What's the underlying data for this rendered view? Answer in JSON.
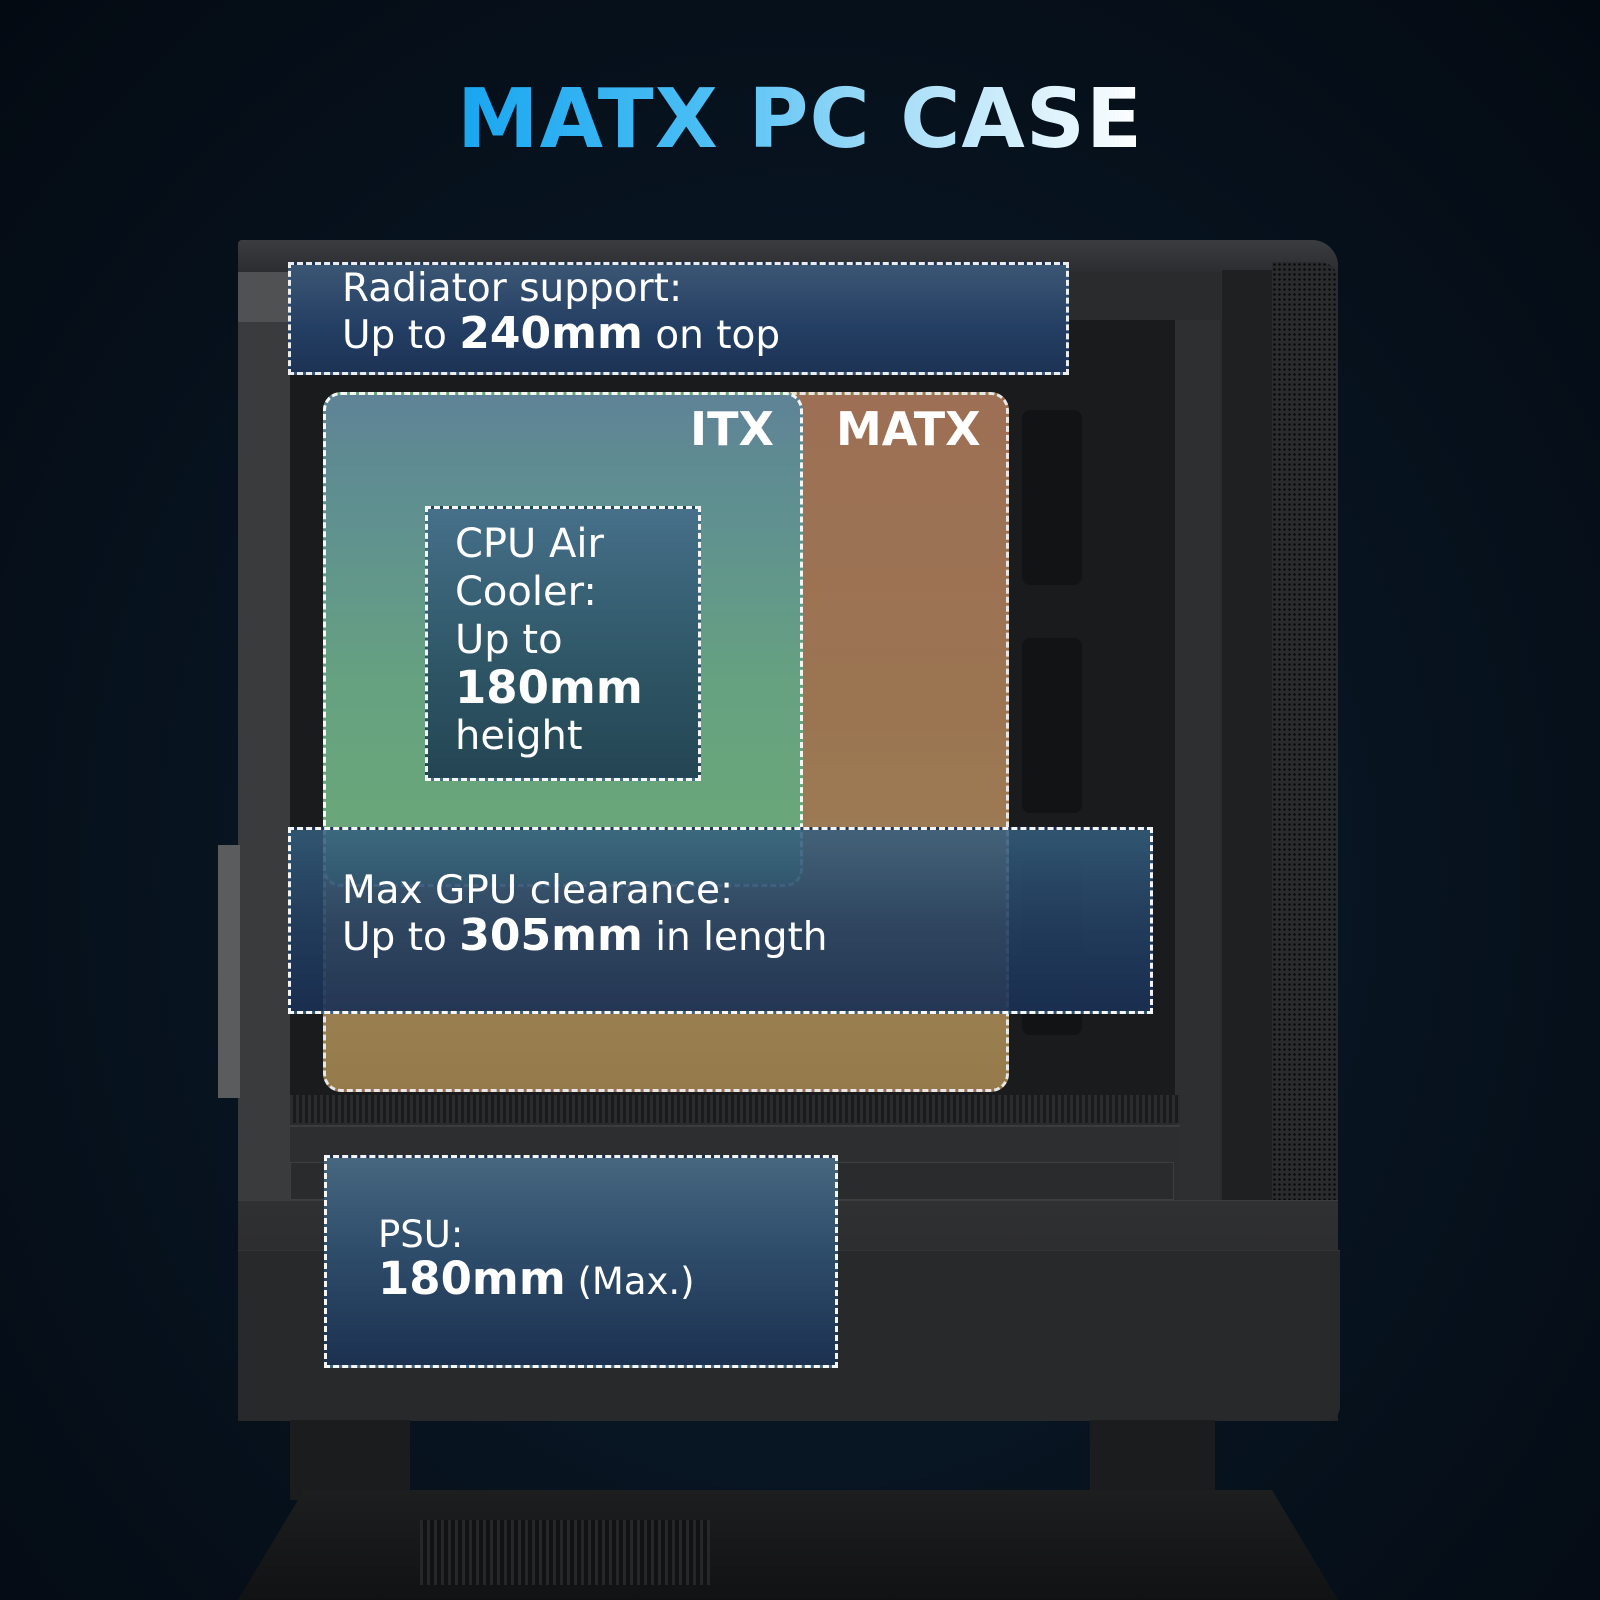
{
  "title": "MATX PC CASE",
  "colors": {
    "title_gradient_start": "#18a6f0",
    "title_gradient_end": "#ffffff",
    "background": "#07131f",
    "case_body": "#2a2b2d",
    "itx_zone": "#65a482",
    "matx_zone": "#a77c57",
    "info_box": "#244066"
  },
  "zones": {
    "itx_label": "ITX",
    "matx_label": "MATX"
  },
  "radiator": {
    "label": "Radiator support:",
    "prefix": "Up to",
    "value": "240mm",
    "suffix": "on top"
  },
  "cpu_cooler": {
    "line1": "CPU Air",
    "line2": "Cooler:",
    "line3": "Up to",
    "value": "180mm",
    "suffix": "height"
  },
  "gpu": {
    "label": "Max GPU clearance:",
    "prefix": "Up to",
    "value": "305mm",
    "suffix": "in length"
  },
  "psu": {
    "label": "PSU:",
    "value": "180mm",
    "suffix": "(Max.)"
  }
}
